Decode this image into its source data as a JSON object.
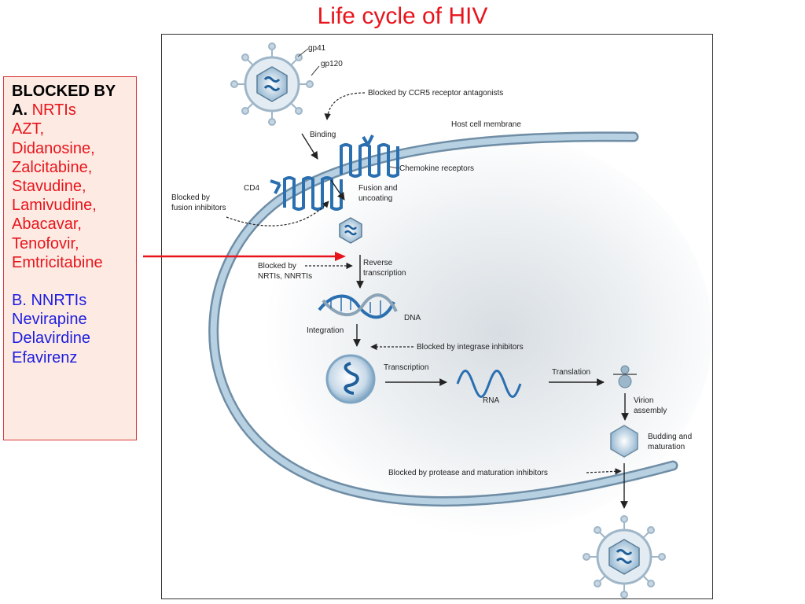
{
  "title": "Life cycle of HIV",
  "side_box": {
    "heading": "BLOCKED BY",
    "a_prefix": "A.",
    "a_class": "NRTIs",
    "nrti_drugs": [
      "AZT,",
      "Didanosine,",
      "Zalcitabine,",
      "Stavudine,",
      "Lamivudine,",
      "Abacavar,",
      "Tenofovir,",
      "Emtricitabine"
    ],
    "b_prefix": "B.",
    "b_class": "NNRTIs",
    "nnrti_drugs": [
      "Nevirapine",
      "Delavirdine",
      "Efavirenz"
    ]
  },
  "diagram": {
    "gp41": "gp41",
    "gp120": "gp120",
    "ccr5_block": "Blocked by CCR5 receptor antagonists",
    "host_membrane": "Host cell membrane",
    "binding": "Binding",
    "chemokine": "Chemokine receptors",
    "cd4": "CD4",
    "fusion_block_1": "Blocked by",
    "fusion_block_2": "fusion inhibitors",
    "fusion_1": "Fusion and",
    "fusion_2": "uncoating",
    "rt_block_1": "Blocked by",
    "rt_block_2": "NRTIs, NNRTIs",
    "rt_1": "Reverse",
    "rt_2": "transcription",
    "dna": "DNA",
    "integration": "Integration",
    "integrase_block": "Blocked by integrase inhibitors",
    "transcription": "Transcription",
    "rna": "RNA",
    "translation": "Translation",
    "virion_1": "Virion",
    "virion_2": "assembly",
    "budding_1": "Budding and",
    "budding_2": "maturation",
    "protease_block": "Blocked by protease and maturation inhibitors"
  },
  "colors": {
    "title": "#e8141c",
    "nrti_text": "#e8141c",
    "nnrti_text": "#1d1de0",
    "box_bg": "#fdebe3",
    "membrane": "#a8c6dc",
    "receptor": "#2a6fb0",
    "pointer_arrow": "#e8141c"
  }
}
